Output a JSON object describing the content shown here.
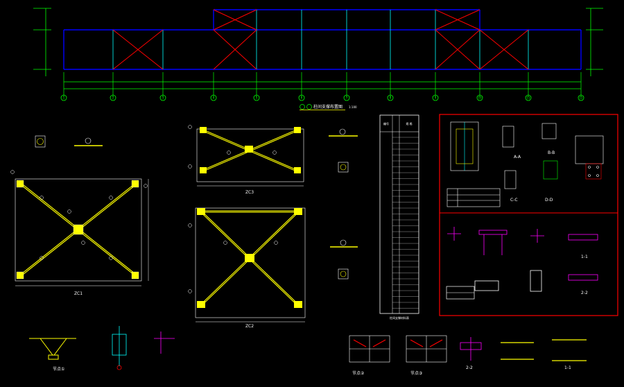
{
  "drawing": {
    "plan_title": "柱间支撑布置图",
    "plan_scale": "1:100",
    "axis_labels": [
      "1",
      "2",
      "3",
      "4",
      "5",
      "6",
      "7",
      "8",
      "9",
      "10",
      "11",
      "12"
    ],
    "zc1_title": "ZC1",
    "zc2_title": "ZC2",
    "zc3_title": "ZC3",
    "sections": {
      "a": "A-A",
      "b": "B-B",
      "c": "C-C",
      "d": "D-D",
      "s11": "1-1",
      "s22": "2-2"
    },
    "table_header": [
      "编号",
      "规 格"
    ],
    "table_note": "柱间支撑材料表",
    "detail_box_title": "柱脚节点详图",
    "bottom_labels": [
      "节点①",
      "节点②",
      "节点③",
      "2-2",
      "1-1"
    ]
  },
  "colors": {
    "background": "#000000",
    "grid": "#00ff00",
    "beam": "#0000ff",
    "brace": "#ff0000",
    "member": "#ffff00",
    "column": "#00ffff",
    "frame": "#ff0000",
    "detail": "#ff00ff",
    "text": "#ffffff"
  }
}
